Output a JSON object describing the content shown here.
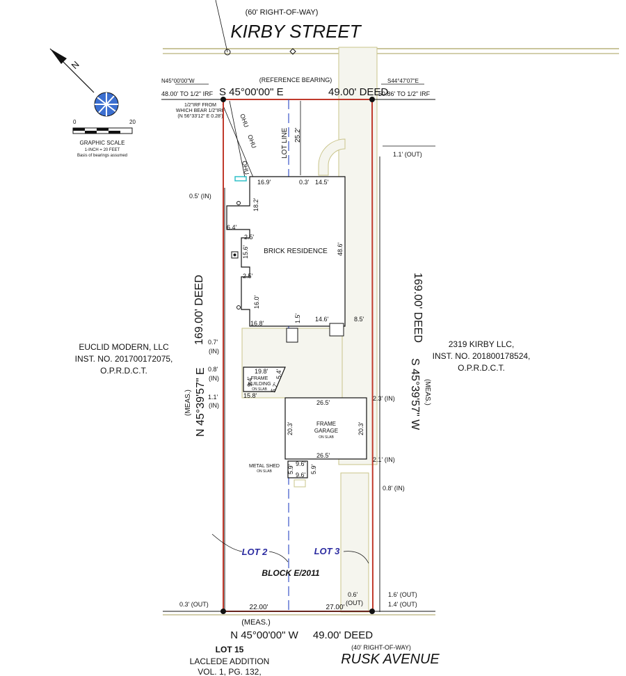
{
  "streets": {
    "top_row": "(60' RIGHT-OF-WAY)",
    "top_name": "KIRBY STREET",
    "bottom_row": "(40' RIGHT-OF-WAY)",
    "bottom_name": "RUSK AVENUE"
  },
  "north_arrow": {
    "letter": "N"
  },
  "scale": {
    "zero": "0",
    "twenty": "20",
    "title": "GRAPHIC SCALE",
    "ratio": "1-INCH = 20 FEET",
    "basis": "Basis of bearings assumed"
  },
  "top_line": {
    "left_bearing": "N45°00'00\"W",
    "reference": "(REFERENCE BEARING)",
    "right_bearing": "S44°47'07\"E",
    "left_tie": "48.00' TO 1/2\" IRF",
    "main": "S 45°00'00\" E",
    "deed": "49.00' DEED",
    "right_tie": "50.86' TO 1/2\" IRF"
  },
  "irf_note": [
    "1/2\"IRF FROM",
    "WHICH BEAR 1/2\"IRF",
    "(N 56°33'12\" E 0.28')"
  ],
  "ohu": "OHU",
  "lot_line": "LOT LINE",
  "house": {
    "label": "BRICK RESIDENCE",
    "dims": {
      "front_setback": "25.2'",
      "a": "16.9'",
      "b": "0.3'",
      "c": "14.5'",
      "d": "18.2'",
      "e": "6.4'",
      "f": "2.5'",
      "g": "15.6'",
      "h": "2.5'",
      "i": "16.0'",
      "j": "48.6'",
      "k": "16.8'",
      "l": "1.5'",
      "m": "14.6'",
      "n": "8.5'"
    }
  },
  "frame_building": {
    "line1": "FRAME",
    "line2": "BUILDING",
    "slab": "ON SLAB",
    "w": "19.8'",
    "h1": "9.4'",
    "h2": "5.4'",
    "bottom": "15.8'",
    "diag": "5.7'"
  },
  "garage": {
    "line1": "FRAME",
    "line2": "GARAGE",
    "slab": "ON SLAB",
    "top": "26.5'",
    "bottom": "26.5'",
    "left": "20.3'",
    "right": "20.3'"
  },
  "shed": {
    "line1": "METAL SHED",
    "slab": "ON SLAB",
    "a": "9.6'",
    "b": "9.6'",
    "l": "5.9'",
    "r": "5.9'"
  },
  "offsets": {
    "o1": "1.1' (OUT)",
    "o2": "0.5' (IN)",
    "o3": "0.7'",
    "o3b": "(IN)",
    "o4": "0.8'",
    "o4b": "(IN)",
    "o5": "1.1'",
    "o5b": "(IN)",
    "o6": "2.3' (IN)",
    "o7": "2.1' (IN)",
    "o8": "0.8' (IN)",
    "o9": "1.6' (OUT)",
    "o10": "1.4' (OUT)",
    "o11": "0.3' (OUT)",
    "o12": "0.6'",
    "o12b": "(OUT)"
  },
  "left_side": {
    "deed": "169.00' DEED",
    "bearing": "N 45°39'57\" E",
    "meas": "(MEAS.)",
    "owner": [
      "EUCLID MODERN, LLC",
      "INST. NO. 201700172075,",
      "O.P.R.D.C.T."
    ]
  },
  "right_side": {
    "deed": "169.00' DEED",
    "bearing": "S 45°39'57\" W",
    "meas": "(MEAS.)",
    "owner": [
      "2319 KIRBY LLC,",
      "INST. NO. 201800178524,",
      "O.P.R.D.C.T."
    ]
  },
  "lots": {
    "lot2": "LOT 2",
    "lot3": "LOT 3",
    "block": "BLOCK E/2011"
  },
  "bottom_line": {
    "seg1": "22.00'",
    "seg2": "27.00'",
    "meas": "(MEAS.)",
    "bearing": "N 45°00'00\" W",
    "deed": "49.00' DEED"
  },
  "lot15": [
    "LOT 15",
    "LACLEDE ADDITION",
    "VOL. 1, PG. 132,"
  ],
  "colors": {
    "boundary": "#c0392b",
    "lot_label": "#2a2aa0",
    "tan": "#c9c48a",
    "cyan": "#30c0c8"
  }
}
